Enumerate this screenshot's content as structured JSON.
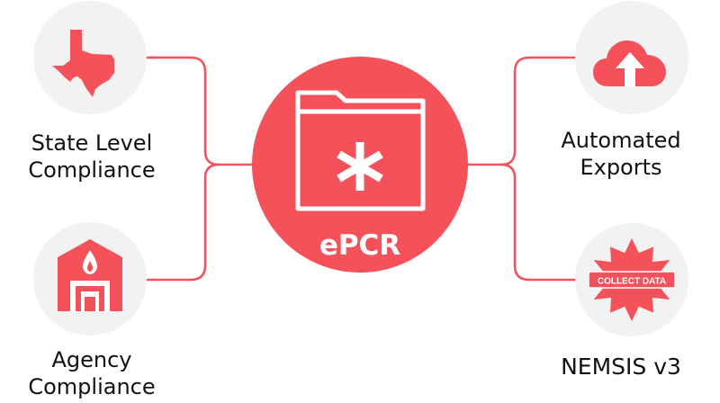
{
  "colors": {
    "accent": "#f4515a",
    "node_bg": "#f2f2f2",
    "text": "#111111",
    "white": "#ffffff"
  },
  "center": {
    "label": "ePCR",
    "icon": "medical-folder-icon"
  },
  "nodes": [
    {
      "id": "state",
      "icon": "texas-map-icon",
      "lines": [
        "State Level",
        "Compliance"
      ]
    },
    {
      "id": "agency",
      "icon": "fire-station-icon",
      "lines": [
        "Agency",
        "Compliance"
      ]
    },
    {
      "id": "auto",
      "icon": "cloud-upload-icon",
      "lines": [
        "Automated",
        "Exports"
      ]
    },
    {
      "id": "nemsis",
      "icon": "collect-data-badge-icon",
      "badge_text": "COLLECT DATA",
      "lines": [
        "NEMSIS v3"
      ]
    }
  ]
}
